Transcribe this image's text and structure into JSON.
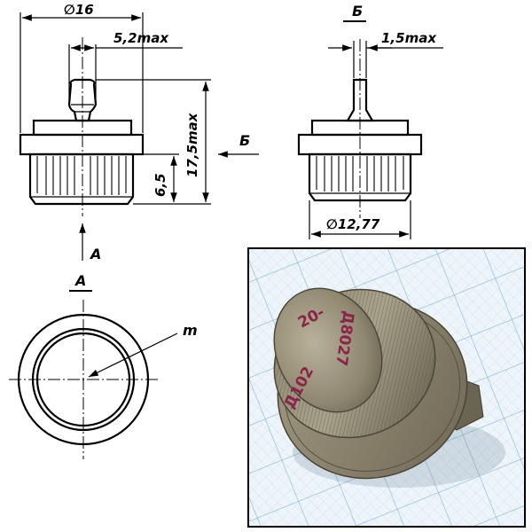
{
  "dimensions": {
    "diameter_16": "∅16",
    "lead_5_2": "5,2max",
    "height_6_5": "6,5",
    "height_17_5": "17,5max",
    "lead_1_5": "1,5max",
    "diameter_12_77": "∅12,77"
  },
  "views": {
    "b_label_top": "Б",
    "b_arrow_label": "Б",
    "a_arrow_label": "A",
    "a_label_view": "A",
    "m_label": "m"
  },
  "photo": {
    "marking_line1": "20-",
    "marking_line2": "Д8027",
    "marking_line3": "Д102",
    "grid_color": "#9ec3dc",
    "metal_color": "#9b9277"
  }
}
